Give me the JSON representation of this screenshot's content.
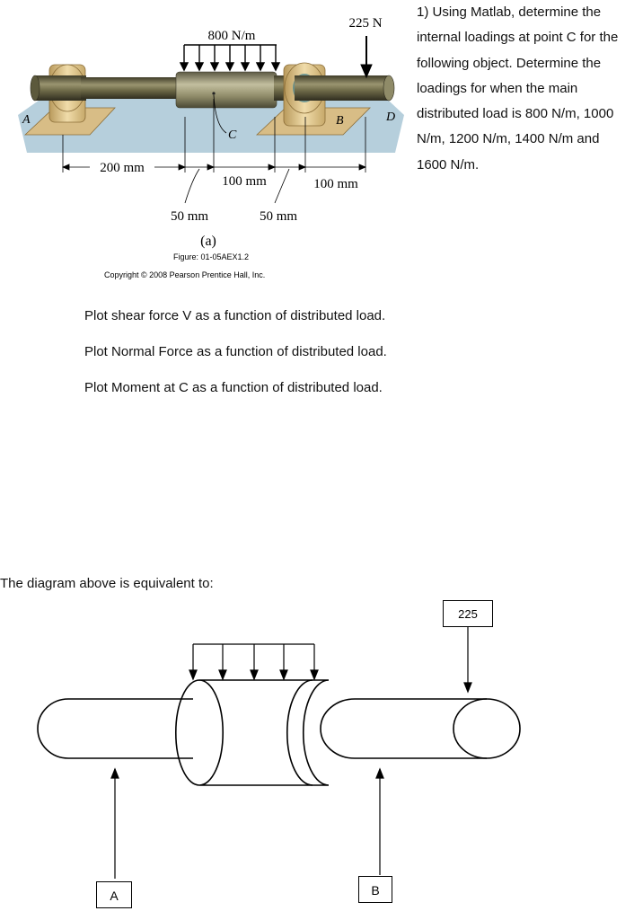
{
  "problem": {
    "text": "1) Using Matlab, determine the internal loadings at point C for the following object. Determine the loadings for when the main distributed load is 800 N/m, 1000 N/m, 1200 N/m, 1400 N/m and 1600 N/m."
  },
  "figure": {
    "distributed_load_label": "800 N/m",
    "point_load_label": "225 N",
    "point_labels": {
      "a": "A",
      "b": "B",
      "c": "C",
      "d": "D"
    },
    "dimensions": {
      "d200": "200 mm",
      "d100_left": "100 mm",
      "d100_right": "100 mm",
      "d50_left": "50 mm",
      "d50_right": "50 mm"
    },
    "sub_label": "(a)",
    "figure_caption": "Figure: 01-05AEX1.2",
    "copyright": "Copyright © 2008 Pearson Prentice Hall, Inc."
  },
  "plots": [
    "Plot shear force V as a function of distributed load.",
    "Plot Normal Force as a function of distributed load.",
    "Plot Moment at C as a function of distributed load."
  ],
  "equivalent": {
    "heading": "The diagram above is equivalent to:",
    "load_box_label": "225",
    "support_a_label": "A",
    "support_b_label": "B"
  },
  "colors": {
    "support": "#e2c994",
    "support_shadow": "#b99a5c",
    "shaft": "#6e6a48",
    "collar": "#9c987a",
    "ground": "#a9c7d6"
  }
}
